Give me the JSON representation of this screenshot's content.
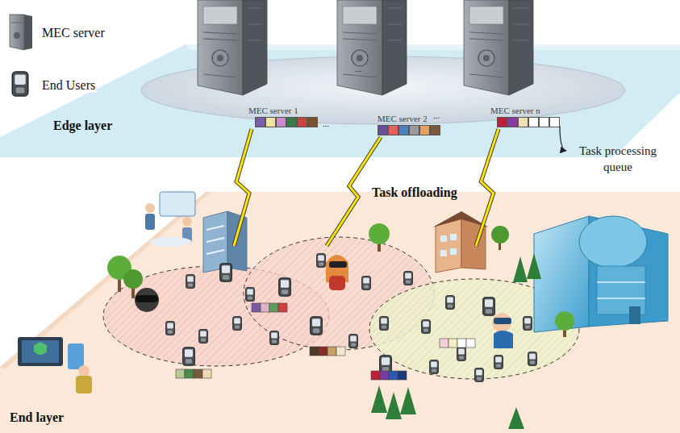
{
  "diagram": {
    "nodes": [
      {
        "text": [
          "Edge layer"
        ]
      },
      {
        "text": [
          "MEC server 1"
        ],
        "in": 0
      },
      {
        "text": [
          "MEC server 2"
        ],
        "in": 0
      },
      {
        "text": [
          "MEC server n"
        ],
        "in": 0
      },
      {
        "text": [
          "End layer"
        ]
      }
    ],
    "edges": [
      {
        "from": 4,
        "to": 1,
        "arrow": "none"
      },
      {
        "from": 4,
        "to": 2,
        "label": "Task offloading",
        "arrow": "none"
      },
      {
        "from": 4,
        "to": 3,
        "arrow": "none"
      }
    ],
    "labels": [
      "...",
      "...",
      "...",
      "Task processing queue"
    ],
    "legend": [
      {
        "text": "MEC server"
      },
      {
        "text": "End Users"
      }
    ]
  }
}
